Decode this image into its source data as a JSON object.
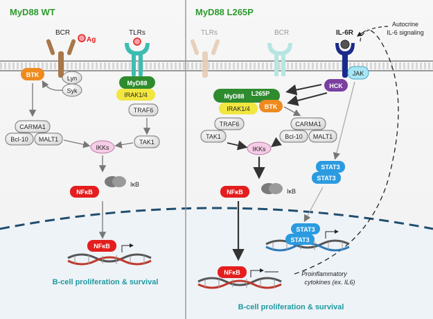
{
  "left": {
    "title": "MyD88 WT",
    "receptors": {
      "bcr": "BCR",
      "ag": "Ag",
      "tlrs": "TLRs"
    },
    "nodes": {
      "btk": "BTK",
      "lyn": "Lyn",
      "syk": "Syk",
      "myd88": "MyD88",
      "irak": "IRAK1/4",
      "traf6": "TRAF6",
      "carma1": "CARMA1",
      "bcl10": "Bcl-10",
      "malt1": "MALT1",
      "ikks": "IKKs",
      "tak1": "TAK1",
      "nfkb": "NFκB",
      "ikb": "IκB",
      "nfkb_dna": "NFκB"
    },
    "outcome": "B-cell proliferation & survival"
  },
  "right": {
    "title": "MyD88 L265P",
    "receptors": {
      "tlrs": "TLRs",
      "bcr": "BCR",
      "il6r": "IL-6R"
    },
    "autocrine": [
      "Autocrine",
      "IL-6 signaling"
    ],
    "nodes": {
      "jak": "JAK",
      "hck": "HCK",
      "myd88": "MyD88",
      "l265p": "L265P",
      "btk": "BTK",
      "irak": "IRAK1/4",
      "traf6": "TRAF6",
      "tak1": "TAK1",
      "carma1": "CARMA1",
      "bcl10": "Bcl-10",
      "malt1": "MALT1",
      "ikks": "IKKs",
      "stat3_a": "STAT3",
      "stat3_b": "STAT3",
      "nfkb": "NFκB",
      "ikb": "IκB",
      "stat3_dna_a": "STAT3",
      "stat3_dna_b": "STAT3",
      "nfkb_dna": "NFκB"
    },
    "proinflammatory": [
      "Proinflammatory",
      "cytokines (ex. IL6)"
    ],
    "outcome": "B-cell proliferation & survival"
  },
  "colors": {
    "title_green": "#2e9a2e",
    "outcome_teal": "#1e9aa0",
    "btk_orange": "#ef8a1f",
    "myd88_green": "#2e8b2e",
    "irak_yellow": "#f2e640",
    "nfkb_red": "#e41e1e",
    "stat3_blue": "#2b9be0",
    "hck_purple": "#7b3fa0",
    "jak_cyan": "#a8e6f5",
    "bcr_brown": "#a8774a",
    "tlr_teal": "#3cbdb0",
    "il6r_navy": "#1a2a8c"
  }
}
